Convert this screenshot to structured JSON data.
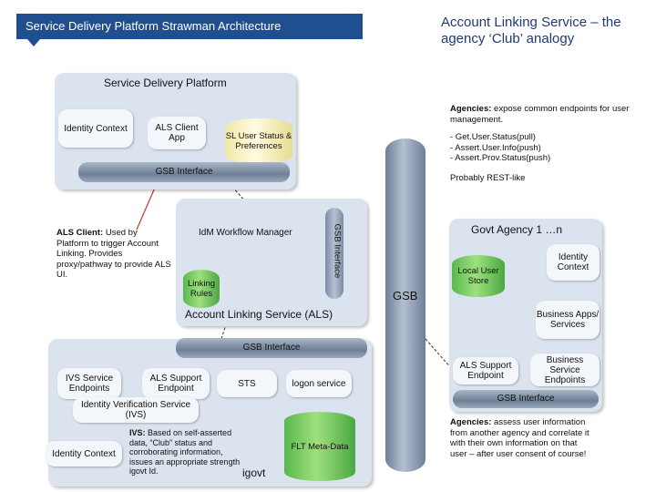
{
  "header": {
    "title": "Service Delivery Platform Strawman Architecture"
  },
  "right_title": "Account Linking Service – the agency ‘Club’ analogy",
  "sdp": {
    "title": "Service Delivery Platform",
    "identity_context": "Identity Context",
    "als_client_app": "ALS Client App",
    "sl_user_status": "SL User Status & Preferences",
    "gsb_interface": "GSB Interface"
  },
  "als": {
    "idm_workflow": "IdM Workflow Manager",
    "gsb_interface_vertical": "GSB Interface",
    "linking_rules": "Linking Rules",
    "title": "Account Linking Service (ALS)"
  },
  "gsb": {
    "label": "GSB"
  },
  "als_client_note": {
    "bold": "ALS Client:",
    "text": " Used by Platform to trigger Account Linking. Provides proxy/pathway to provide ALS UI."
  },
  "igovt": {
    "gsb_interface": "GSB Interface",
    "ivs_service_endpoints": "IVS Service Endpoints",
    "als_support_endpoint": "ALS Support Endpoint",
    "sts": "STS",
    "logon_service": "logon service",
    "ivs": "Identity Verification Service (IVS)",
    "identity_context": "Identity Context",
    "flt_meta_data": "FLT Meta-Data",
    "label": "igovt",
    "ivs_note_bold": "IVS:",
    "ivs_note_text": " Based on self-asserted data, “Club” status and corroborating information, issues an appropriate strength igovt Id."
  },
  "agencies_note_top": {
    "bold": "Agencies:",
    "text": " expose common endpoints for user management.",
    "items": [
      "- Get.User.Status(pull)",
      "- Assert.User.Info(push)",
      "- Assert.Prov.Status(push)"
    ],
    "footer": "Probably REST-like"
  },
  "govt_agency": {
    "title": "Govt Agency 1 …n",
    "identity_context": "Identity Context",
    "local_user_store": "Local User Store",
    "business_apps": "Business Apps/ Services",
    "als_support_endpoint": "ALS Support Endpoint",
    "business_service_endpoints": "Business Service Endpoints",
    "gsb_interface": "GSB Interface"
  },
  "agencies_note_bottom": {
    "bold": "Agencies:",
    "text": " assess user information from another agency and correlate it with their own information on that user – after user consent of course!"
  }
}
